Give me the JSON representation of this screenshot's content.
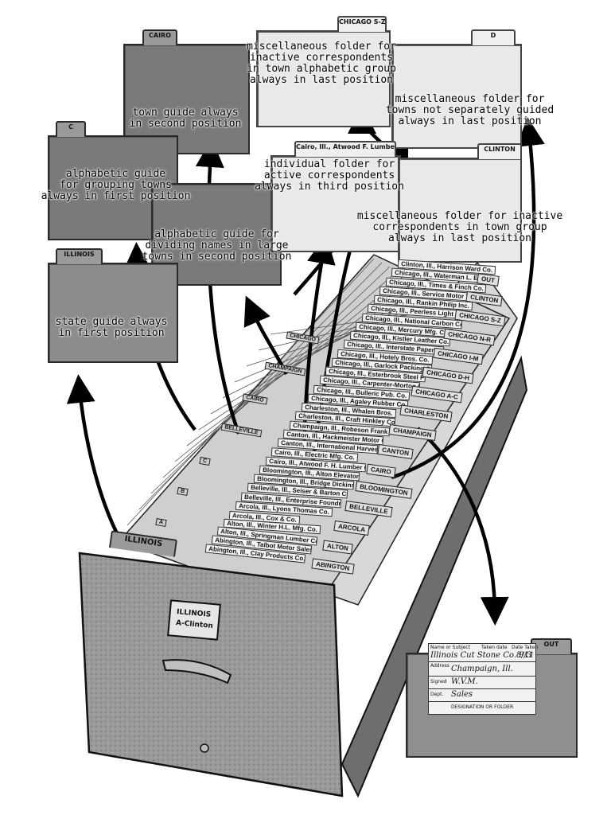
{
  "guides": {
    "cairo": {
      "tab": "CAIRO"
    },
    "c": {
      "tab": "C"
    },
    "illinois": {
      "tab": "ILLINOIS"
    },
    "chicago_sz": {
      "tab": "CHICAGO S-Z"
    },
    "d": {
      "tab": "D"
    },
    "folder_active": {
      "tab": "Cairo, Ill., Atwood F. Lumber Co."
    },
    "clinton": {
      "tab": "CLINTON"
    }
  },
  "annotations": {
    "town_guide": "town guide always\nin second position",
    "alphabetic_grouping": "alphabetic guide\nfor grouping towns\nalways in first position",
    "alphabetic_dividing": "alphabetic guide for\ndividing names in large\ntowns in second position",
    "state_guide": "state guide always\nin first position",
    "misc_inactive_alpha": "miscellaneous folder for\ninactive correspondents\nin town alphabetic group\nalways in last position",
    "misc_towns": "miscellaneous folder for\ntowns not separately guided\nalways in last position",
    "individual_active": "individual folder for\nactive correspondents\nalways in third position",
    "misc_inactive_town": "miscellaneous folder for inactive\ncorrespondents in town group\nalways in last position"
  },
  "drawer": {
    "label_line1": "ILLINOIS",
    "label_line2": "A-Clinton",
    "front_tab": "ILLINOIS"
  },
  "drawer_tabs": [
    "Abington, Ill., Clay Products Co.",
    "Abington, Ill., Talbot Motor Sales Co.",
    "Alton, Ill., Springman Lumber Co.",
    "Alton, Ill., Winter H.L. Mfg. Co.",
    "Arcola, Ill., Cox & Co.",
    "Arcola, Ill., Lyons Thomas Co.",
    "Belleville, Ill., Enterprise Foundry Co.",
    "Belleville, Ill., Seiser & Barton Co.",
    "Bloomington, Ill., Bridge Dickinson Co.",
    "Bloomington, Ill., Alton Elevator Co.",
    "Cairo, Ill., Atwood F. H. Lumber Co.",
    "Cairo, Ill., Electric Mfg. Co.",
    "Canton, Ill., International Harvester Co.",
    "Canton, Ill., Hackmeister Motor Co.",
    "Champaign, Ill., Robeson Frank K.",
    "Charleston, Ill., Craft Hinkley Co.",
    "Charleston, Ill., Whalen Bros.",
    "Chicago, Ill., Agaley Rubber Co.",
    "Chicago, Ill., Bulleric Pub. Co.",
    "Chicago, Ill., Carpenter-Morton Co.",
    "Chicago, Ill., Esterbrook Steel Pen Mfg. Co.",
    "Chicago, Ill., Garlock Packing Co.",
    "Chicago, Ill., Hotely Bros. Co.",
    "Chicago, Ill., Interstate Paper Co.",
    "Chicago, Ill., Kistler Leather Co.",
    "Chicago, Ill., Mercury Mfg. Co.",
    "Chicago, Ill., National Carbon Co.",
    "Chicago, Ill., Peerless Light Co.",
    "Chicago, Ill., Rankin Philip Inc.",
    "Chicago, Ill., Service Motor Truck Co.",
    "Chicago, Ill., Times & Finch Co.",
    "Chicago, Ill., Waterman L. E. Co.",
    "Clinton, Ill., Harrison Ward Co."
  ],
  "drawer_guides": [
    "ABINGTON",
    "ALTON",
    "ARCOLA",
    "BELLEVILLE",
    "BLOOMINGTON",
    "CAIRO",
    "CANTON",
    "CHAMPAIGN",
    "CHARLESTON",
    "CHICAGO A-C",
    "CHICAGO D-H",
    "CHICAGO I-M",
    "CHICAGO N-R",
    "CHICAGO S-Z",
    "CLINTON",
    "OUT"
  ],
  "left_guides": [
    "A",
    "B",
    "C",
    "BELLEVILLE",
    "CAIRO",
    "CHAMPAIGN",
    "CHICAGO"
  ],
  "out_card": {
    "tab": "OUT",
    "h1": "Name or Subject",
    "h2": "Taken date",
    "h3": "Date Taken",
    "name_value": "Illinois Cut Stone Co. 9/3",
    "date_value": "8/11",
    "address_label": "Address",
    "address_value": "Champaign, Ill.",
    "signed_label": "Signed",
    "signed_value": "W.V.M.",
    "dept_label": "Dept.",
    "dept_value": "Sales",
    "footer": "DESIGNATION OR FOLDER"
  },
  "colors": {
    "guide_gray": "#8c8c8c",
    "folder_light": "#e9e9e9",
    "outline": "#2a2a2a",
    "arrow": "#000000"
  }
}
